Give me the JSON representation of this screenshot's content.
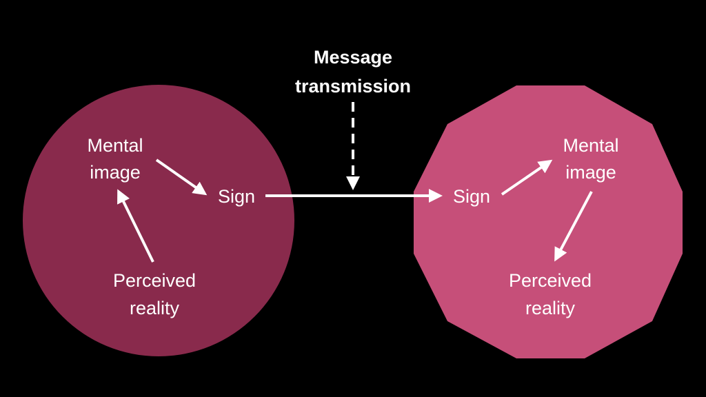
{
  "message": {
    "line1": "Message",
    "line2": "transmission"
  },
  "sender": {
    "mental_image": {
      "line1": "Mental",
      "line2": "image"
    },
    "sign": "Sign",
    "perceived_reality": {
      "line1": "Perceived",
      "line2": "reality"
    }
  },
  "receiver": {
    "mental_image": {
      "line1": "Mental",
      "line2": "image"
    },
    "sign": "Sign",
    "perceived_reality": {
      "line1": "Perceived",
      "line2": "reality"
    }
  },
  "colors": {
    "background": "#000000",
    "sender_fill": "#892a4c",
    "receiver_fill": "#c64f79",
    "text": "#ffffff",
    "arrows": "#ffffff"
  }
}
